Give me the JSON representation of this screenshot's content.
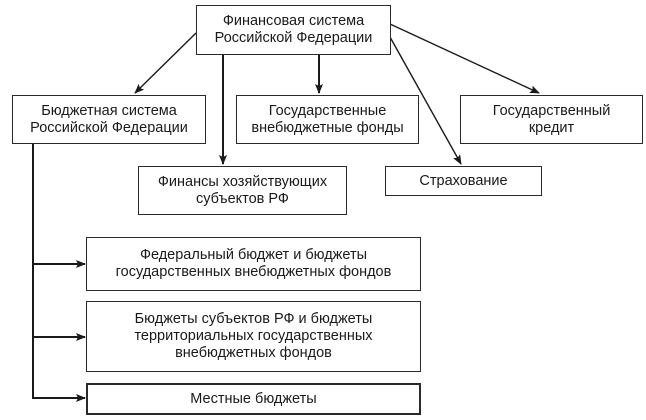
{
  "diagram": {
    "root": {
      "label": "Финансовая система\nРоссийской Федерации"
    },
    "level1": [
      {
        "id": "budget-system",
        "label": "Бюджетная система\nРоссийской Федерации"
      },
      {
        "id": "state-extra-budget-funds",
        "label": "Государственные\nвнебюджетные фонды"
      },
      {
        "id": "state-credit",
        "label": "Государственный\nкредит"
      },
      {
        "id": "business-finance",
        "label": "Финансы хозяйствующих\nсубъектов РФ"
      },
      {
        "id": "insurance",
        "label": "Страхование"
      }
    ],
    "budget_levels": [
      {
        "id": "federal-budget",
        "label": "Федеральный бюджет и бюджеты\nгосударственных внебюджетных фондов"
      },
      {
        "id": "regional-budgets",
        "label": "Бюджеты субъектов РФ и бюджеты\nтерриториальных государственных\nвнебюджетных фондов"
      },
      {
        "id": "local-budgets",
        "label": "Местные бюджеты"
      }
    ],
    "edges": [
      {
        "from": "root",
        "to": "budget-system"
      },
      {
        "from": "root",
        "to": "business-finance"
      },
      {
        "from": "root",
        "to": "state-extra-budget-funds"
      },
      {
        "from": "root",
        "to": "insurance"
      },
      {
        "from": "root",
        "to": "state-credit"
      },
      {
        "from": "budget-system",
        "to": "federal-budget"
      },
      {
        "from": "budget-system",
        "to": "regional-budgets"
      },
      {
        "from": "budget-system",
        "to": "local-budgets"
      }
    ]
  }
}
